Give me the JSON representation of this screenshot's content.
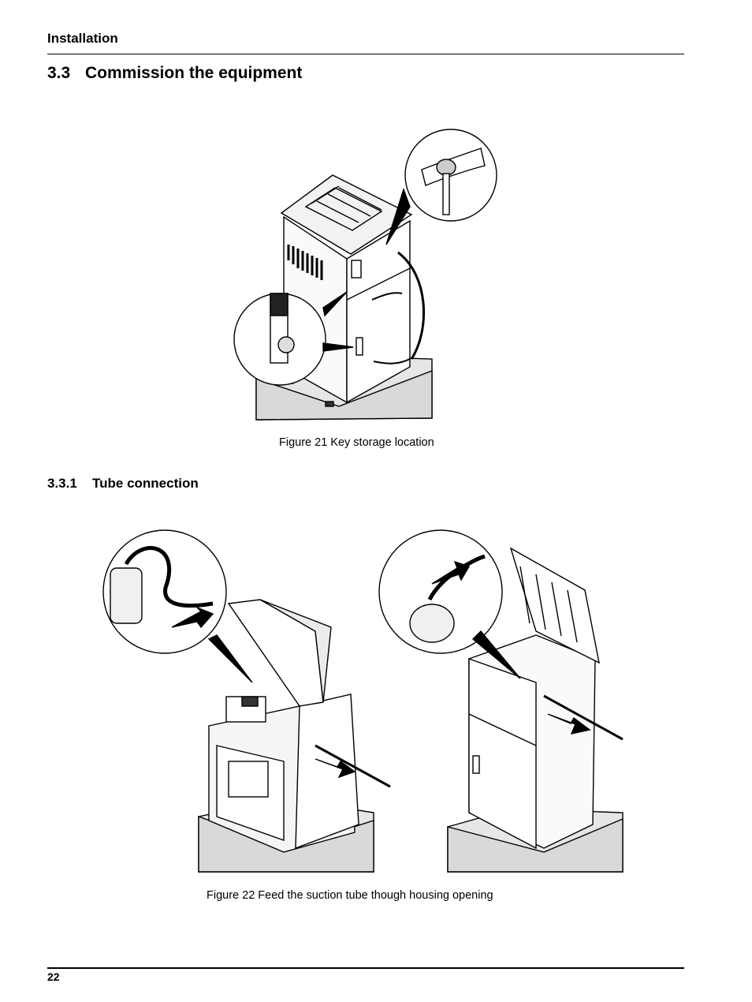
{
  "header": {
    "running_head": "Installation"
  },
  "section": {
    "number": "3.3",
    "title": "Commission the equipment"
  },
  "subsection": {
    "number": "3.3.1",
    "title": "Tube connection"
  },
  "figures": [
    {
      "caption": "Figure 21 Key storage location"
    },
    {
      "caption": "Figure 22 Feed the suction tube though housing opening"
    }
  ],
  "footer": {
    "page_number": "22"
  }
}
